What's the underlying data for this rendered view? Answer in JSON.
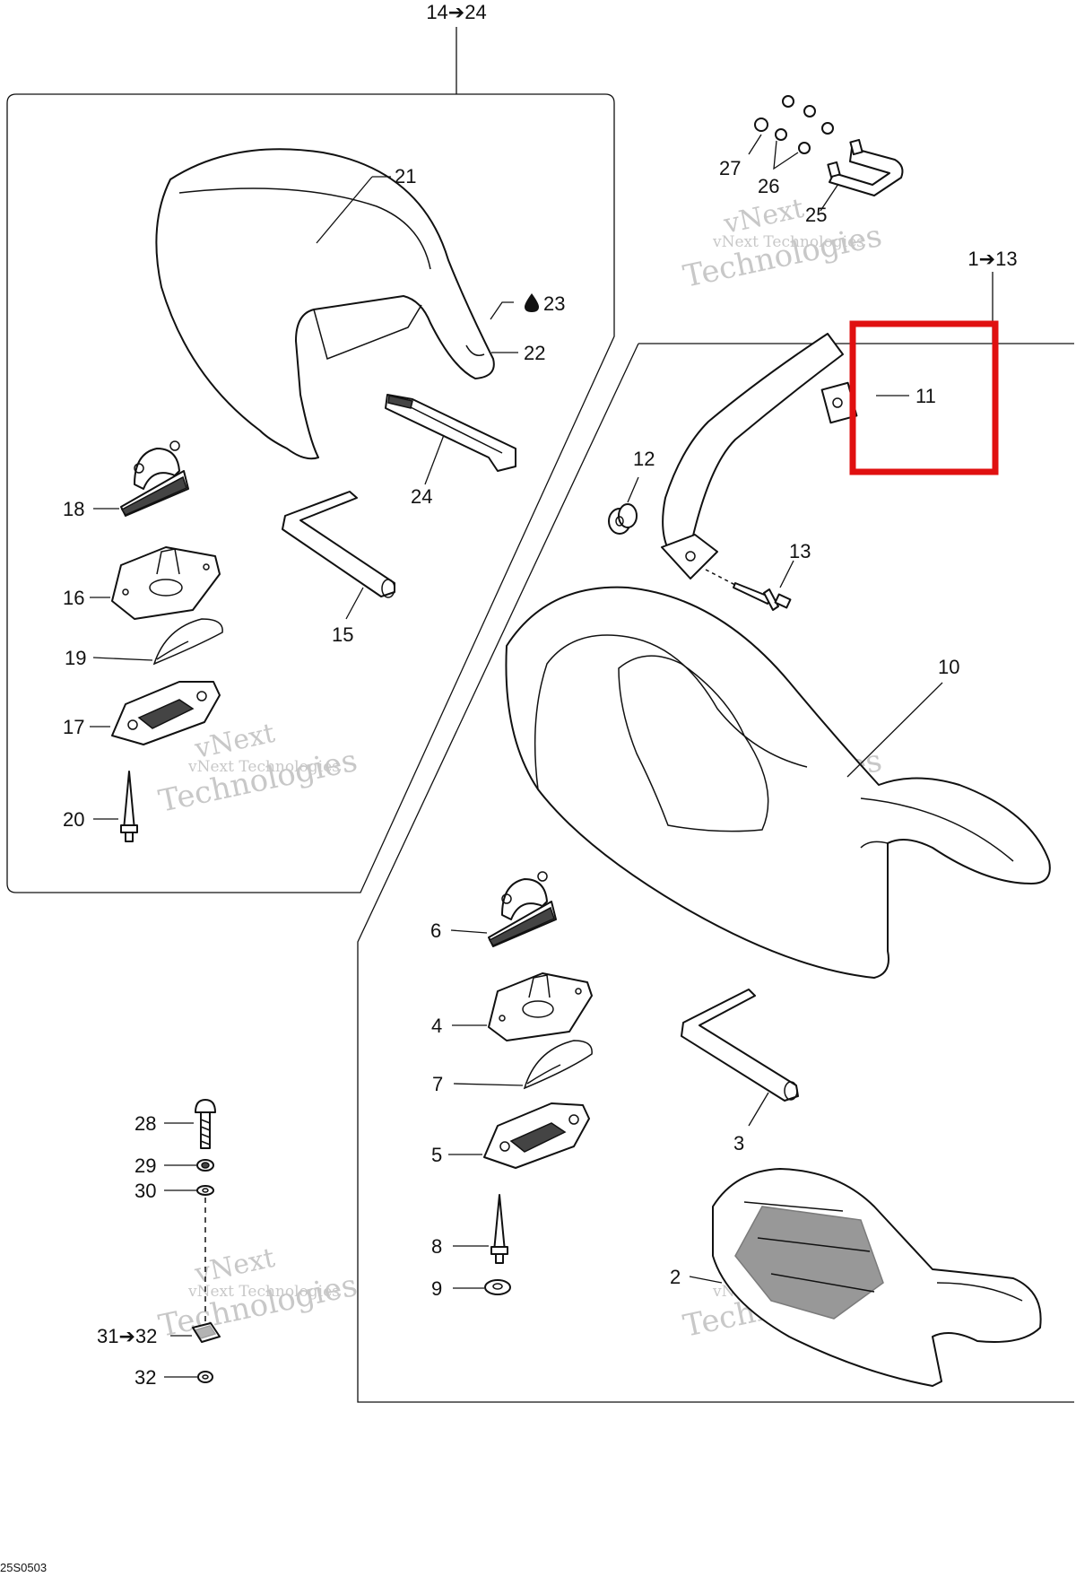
{
  "diagram_code": "25S0503",
  "group_labels": {
    "rear": "14➔24",
    "front": "1➔13"
  },
  "callouts": {
    "c2": "2",
    "c3": "3",
    "c4": "4",
    "c5": "5",
    "c6": "6",
    "c7": "7",
    "c8": "8",
    "c9": "9",
    "c10": "10",
    "c11": "11",
    "c12": "12",
    "c13": "13",
    "c15": "15",
    "c16": "16",
    "c17": "17",
    "c18": "18",
    "c19": "19",
    "c20": "20",
    "c21": "21",
    "c22": "22",
    "c23": "23",
    "c24": "24",
    "c25": "25",
    "c26": "26",
    "c27": "27",
    "c28": "28",
    "c29": "29",
    "c30": "30",
    "c31": "31➔32",
    "c32": "32"
  },
  "watermark": {
    "line1": "vNext",
    "line2": "vNext Technologies",
    "line3": "Technologies"
  },
  "highlight": {
    "target": "11",
    "color": "#e01010"
  },
  "icons": {
    "drop": "drop-icon"
  }
}
